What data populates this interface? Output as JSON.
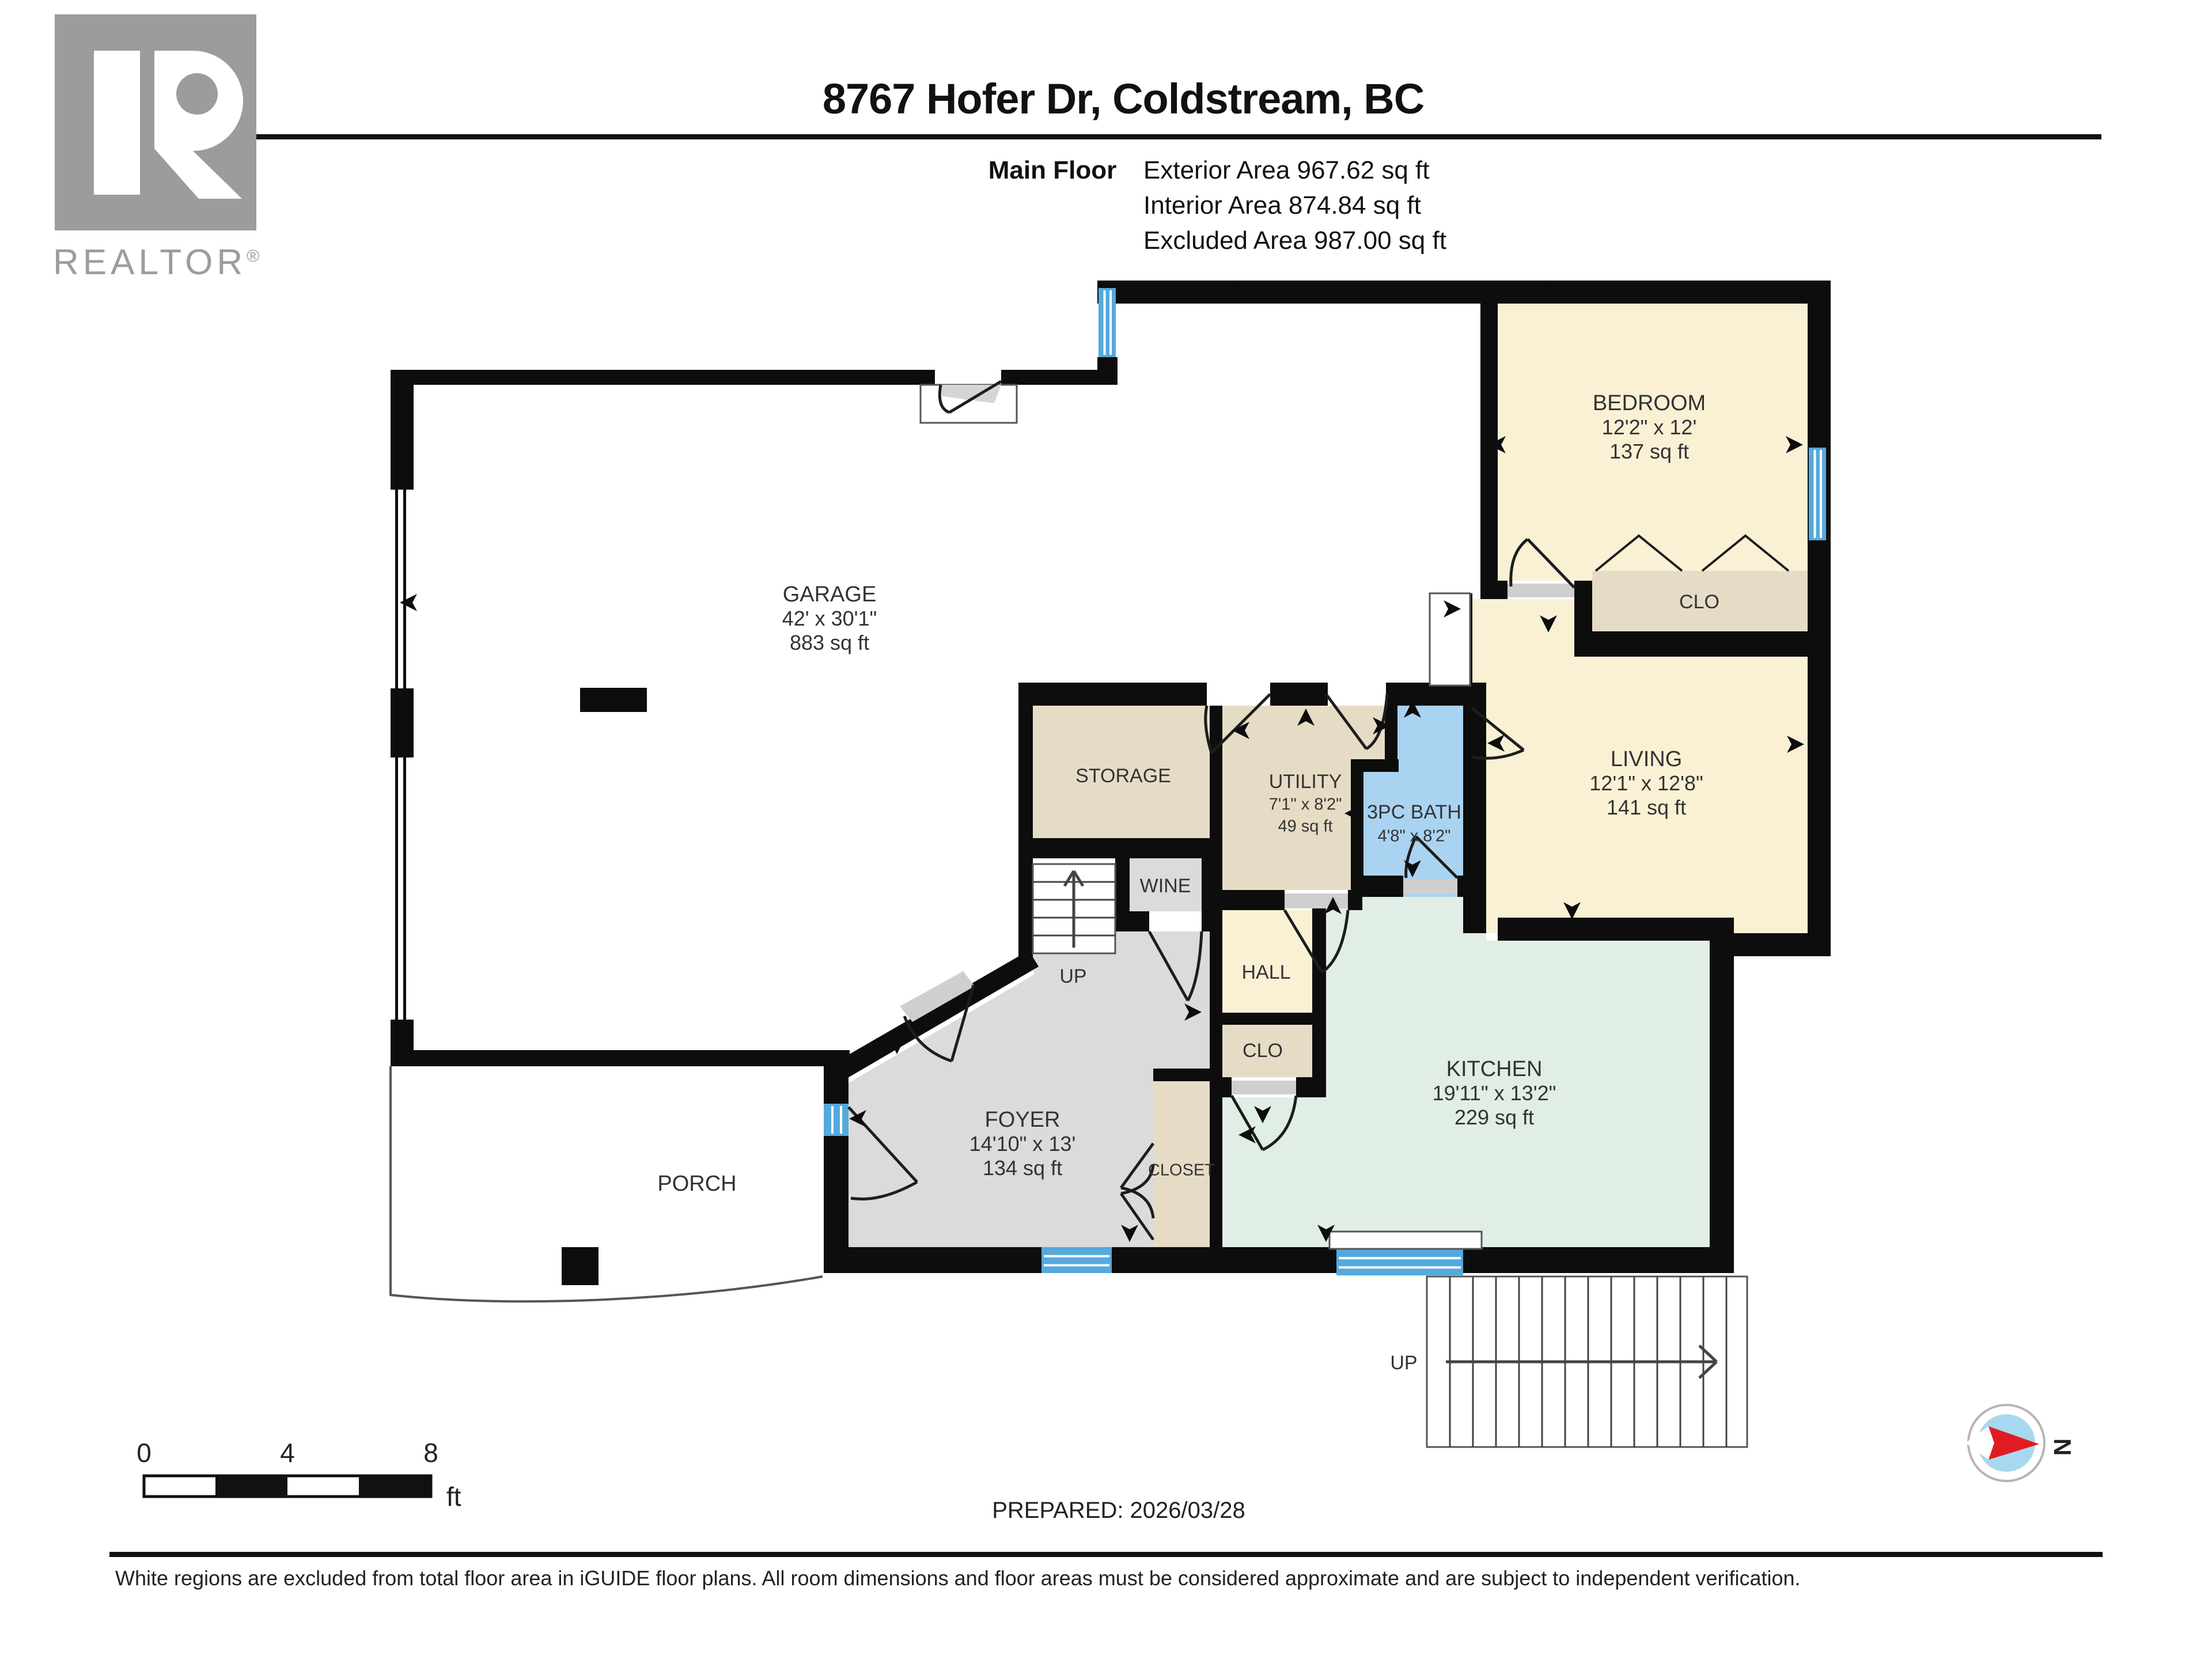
{
  "header": {
    "title": "8767 Hofer Dr, Coldstream, BC",
    "floor_label": "Main Floor",
    "exterior_area": "Exterior Area 967.62 sq ft",
    "interior_area": "Interior Area 874.84 sq ft",
    "excluded_area": "Excluded Area 987.00 sq ft"
  },
  "logo": {
    "brand": "REALTOR",
    "registered": "®"
  },
  "rooms": {
    "garage": {
      "name": "GARAGE",
      "dims": "42' x 30'1\"",
      "area": "883 sq ft"
    },
    "bedroom": {
      "name": "BEDROOM",
      "dims": "12'2\" x 12'",
      "area": "137 sq ft"
    },
    "bedroom_closet": {
      "name": "CLO"
    },
    "living": {
      "name": "LIVING",
      "dims": "12'1\" x 12'8\"",
      "area": "141 sq ft"
    },
    "kitchen": {
      "name": "KITCHEN",
      "dims": "19'11\" x 13'2\"",
      "area": "229 sq ft"
    },
    "utility": {
      "name": "UTILITY",
      "dims": "7'1\" x 8'2\"",
      "area": "49 sq ft"
    },
    "bath": {
      "name": "3PC BATH",
      "dims": "4'8\" x 8'2\""
    },
    "storage": {
      "name": "STORAGE"
    },
    "wine": {
      "name": "WINE"
    },
    "hall": {
      "name": "HALL"
    },
    "hall_closet": {
      "name": "CLO"
    },
    "foyer": {
      "name": "FOYER",
      "dims": "14'10\" x 13'",
      "area": "134 sq ft"
    },
    "foyer_closet": {
      "name": "CLOSET"
    },
    "porch": {
      "name": "PORCH"
    },
    "stairs_interior": {
      "label": "UP"
    },
    "stairs_exterior": {
      "label": "UP"
    }
  },
  "footer": {
    "prepared": "PREPARED: 2026/03/28",
    "disclaimer": "White regions are excluded from total floor area in iGUIDE floor plans. All room dimensions and floor areas must be considered approximate and are subject to independent verification.",
    "scale": {
      "t0": "0",
      "t4": "4",
      "t8": "8",
      "unit": "ft"
    },
    "compass_n": "N"
  },
  "colors": {
    "wall": "#0d0d0d",
    "cream": "#faf1d5",
    "tan": "#e6dcc6",
    "mint": "#e0eee6",
    "gray": "#dbdbdb",
    "blue_room": "#a9d3f1",
    "window": "#55a9dd",
    "red": "#e11b22",
    "logo_gray": "#9c9c9c"
  }
}
